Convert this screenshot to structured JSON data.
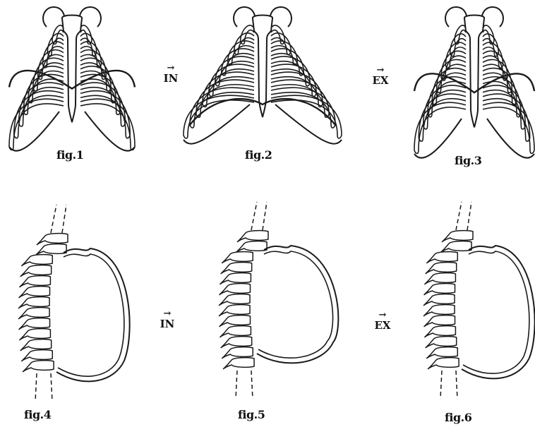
{
  "row1": {
    "figures": [
      {
        "label": "fig.1",
        "state": "rest"
      },
      {
        "label": "fig.2",
        "state": "inhale"
      },
      {
        "label": "fig.3",
        "state": "rest"
      }
    ],
    "transitions": [
      {
        "label": "IN",
        "arrow": "→"
      },
      {
        "label": "EX",
        "arrow": "→"
      }
    ]
  },
  "row2": {
    "figures": [
      {
        "label": "fig.4",
        "state": "rest"
      },
      {
        "label": "fig.5",
        "state": "inhale"
      },
      {
        "label": "fig.6",
        "state": "rest"
      }
    ],
    "transitions": [
      {
        "label": "IN",
        "arrow": "→"
      },
      {
        "label": "EX",
        "arrow": "→"
      }
    ]
  },
  "colors": {
    "stroke": "#1a1a1a",
    "background": "#ffffff"
  }
}
